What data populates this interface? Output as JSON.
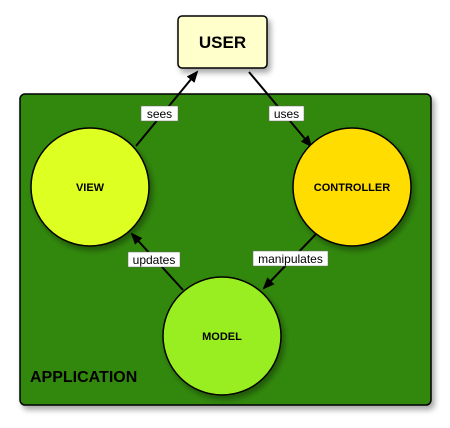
{
  "diagram": {
    "nodes": {
      "user": {
        "label": "USER",
        "color": "#ffffcc"
      },
      "view": {
        "label": "VIEW",
        "color": "#ddff22"
      },
      "controller": {
        "label": "CONTROLLER",
        "color": "#ffdd00"
      },
      "model": {
        "label": "MODEL",
        "color": "#99ee22"
      }
    },
    "container": {
      "label": "APPLICATION",
      "color": "#338811"
    },
    "edges": {
      "sees": {
        "label": "sees"
      },
      "uses": {
        "label": "uses"
      },
      "updates": {
        "label": "updates"
      },
      "manipulates": {
        "label": "manipulates"
      }
    }
  }
}
